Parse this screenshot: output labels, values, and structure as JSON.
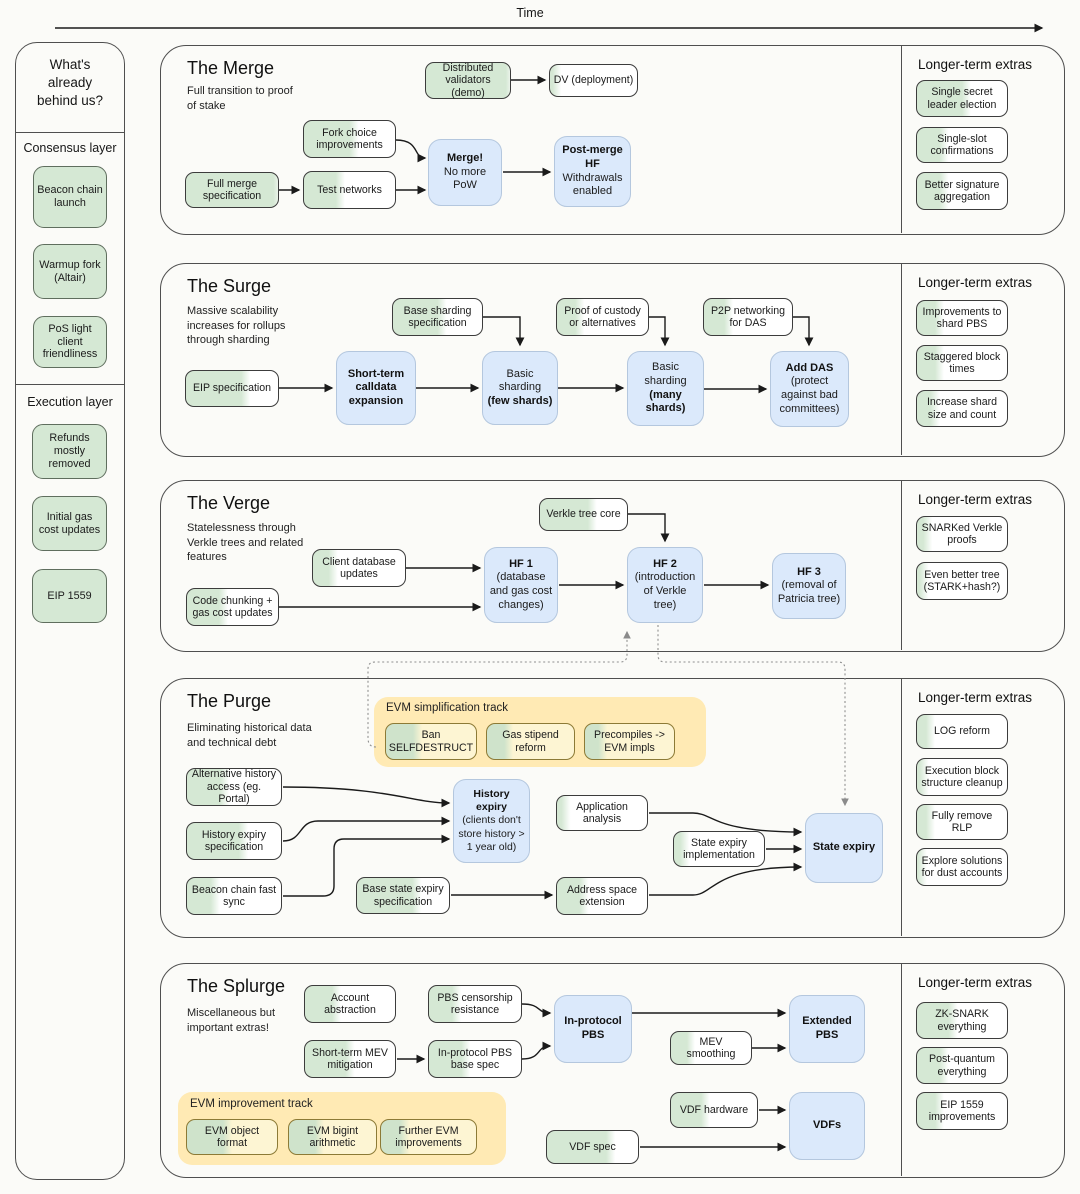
{
  "time_label": "Time",
  "extras_title": "Longer-term extras",
  "colors": {
    "done_green": "#d5e8d4",
    "milestone_blue": "#dbe9fb",
    "track_yellow": "#ffeab4"
  },
  "sidebar": {
    "title": "What's already behind us?",
    "consensus_label": "Consensus layer",
    "execution_label": "Execution layer",
    "consensus_items": [
      "Beacon chain launch",
      "Warmup fork (Altair)",
      "PoS light client friendliness"
    ],
    "execution_items": [
      "Refunds mostly removed",
      "Initial gas cost updates",
      "EIP 1559"
    ]
  },
  "merge": {
    "title": "The Merge",
    "desc": "Full transition to proof of stake",
    "distributed_validators": {
      "label": "Distributed validators (demo)",
      "fill": 100
    },
    "dv_deployment": {
      "label": "DV (deployment)",
      "fill": 8
    },
    "fork_choice": {
      "label": "Fork choice improvements",
      "fill": 55
    },
    "full_merge_spec": {
      "label": "Full merge specification",
      "fill": 100
    },
    "test_networks": {
      "label": "Test networks",
      "fill": 40
    },
    "merge_box": {
      "t": "Merge!",
      "s": "No more PoW"
    },
    "post_merge": {
      "t": "Post-merge HF",
      "s": "Withdrawals enabled"
    },
    "extras": [
      {
        "label": "Single secret leader election",
        "fill": 55
      },
      {
        "label": "Single-slot confirmations",
        "fill": 30
      },
      {
        "label": "Better signature aggregation",
        "fill": 30
      }
    ]
  },
  "surge": {
    "title": "The Surge",
    "desc": "Massive scalability increases for rollups through sharding",
    "eip_spec": {
      "label": "EIP specification",
      "fill": 65
    },
    "calldata": {
      "t": "Short-term calldata expansion"
    },
    "base_sharding_spec": {
      "label": "Base sharding specification",
      "fill": 55
    },
    "few_shards": {
      "l1": "Basic sharding",
      "l2": "(few shards)"
    },
    "custody": {
      "label": "Proof of custody or alternatives",
      "fill": 25
    },
    "many_shards": {
      "l1": "Basic sharding",
      "l2": "(many shards)"
    },
    "p2p_das": {
      "label": "P2P networking for DAS",
      "fill": 28
    },
    "add_das": {
      "l1": "Add DAS",
      "l2": "(protect against bad committees)"
    },
    "extras": [
      {
        "label": "Improvements to shard PBS",
        "fill": 25
      },
      {
        "label": "Staggered block times",
        "fill": 25
      },
      {
        "label": "Increase shard size and count",
        "fill": 20
      }
    ]
  },
  "verge": {
    "title": "The Verge",
    "desc": "Statelessness through Verkle trees and related features",
    "verkle_core": {
      "label": "Verkle tree core",
      "fill": 60
    },
    "client_db": {
      "label": "Client database updates",
      "fill": 22
    },
    "code_chunking": {
      "label": "Code chunking + gas cost updates",
      "fill": 40
    },
    "hf1": {
      "t": "HF 1",
      "s": "(database and gas cost changes)"
    },
    "hf2": {
      "t": "HF 2",
      "s": "(introduction of Verkle tree)"
    },
    "hf3": {
      "t": "HF 3",
      "s": "(removal of Patricia tree)"
    },
    "extras": [
      {
        "label": "SNARKed Verkle proofs",
        "fill": 12
      },
      {
        "label": "Even better tree (STARK+hash?)",
        "fill": 8
      }
    ]
  },
  "purge": {
    "title": "The Purge",
    "desc": "Eliminating historical data and technical debt",
    "track_label": "EVM simplification track",
    "ban_selfdestruct": {
      "label": "Ban SELFDESTRUCT",
      "fill": 35
    },
    "gas_stipend": {
      "label": "Gas stipend reform",
      "fill": 25
    },
    "precompiles": {
      "label": "Precompiles -> EVM impls",
      "fill": 20
    },
    "alt_history": {
      "label": "Alternative history access (eg. Portal)",
      "fill": 40
    },
    "hist_expiry_spec": {
      "label": "History expiry specification",
      "fill": 60
    },
    "beacon_fast_sync": {
      "label": "Beacon chain fast sync",
      "fill": 30
    },
    "history_expiry": {
      "t": "History expiry",
      "s": "(clients don't store history > 1 year old)"
    },
    "base_state_expiry": {
      "label": "Base state expiry specification",
      "fill": 65
    },
    "app_analysis": {
      "label": "Application analysis",
      "fill": 10
    },
    "state_expiry_impl": {
      "label": "State expiry implementation",
      "fill": 12
    },
    "addr_space": {
      "label": "Address space extension",
      "fill": 30
    },
    "state_expiry": {
      "t": "State expiry"
    },
    "extras": [
      {
        "label": "LOG reform",
        "fill": 15
      },
      {
        "label": "Execution block structure cleanup",
        "fill": 8
      },
      {
        "label": "Fully remove RLP",
        "fill": 15
      },
      {
        "label": "Explore solutions for dust accounts",
        "fill": 6
      }
    ]
  },
  "splurge": {
    "title": "The Splurge",
    "desc": "Miscellaneous but important extras!",
    "account_abstraction": {
      "label": "Account abstraction",
      "fill": 35
    },
    "pbs_censorship": {
      "label": "PBS censorship resistance",
      "fill": 30
    },
    "stm_mev": {
      "label": "Short-term MEV mitigation",
      "fill": 50
    },
    "inproto_base": {
      "label": "In-protocol PBS base spec",
      "fill": 40
    },
    "inprotocol_pbs": {
      "t": "In-protocol PBS"
    },
    "mev_smoothing": {
      "label": "MEV smoothing",
      "fill": 25
    },
    "extended_pbs": {
      "t": "Extended PBS"
    },
    "track_label": "EVM improvement track",
    "evm_object": {
      "label": "EVM object format",
      "fill": 45
    },
    "evm_bigint": {
      "label": "EVM bigint arithmetic",
      "fill": 35
    },
    "further_evm": {
      "label": "Further EVM improvements",
      "fill": 25
    },
    "vdf_hardware": {
      "label": "VDF hardware",
      "fill": 40
    },
    "vdf_spec": {
      "label": "VDF spec",
      "fill": 70
    },
    "vdfs": {
      "t": "VDFs"
    },
    "extras": [
      {
        "label": "ZK-SNARK everything",
        "fill": 40
      },
      {
        "label": "Post-quantum everything",
        "fill": 30
      },
      {
        "label": "EIP 1559 improvements",
        "fill": 25
      }
    ]
  }
}
